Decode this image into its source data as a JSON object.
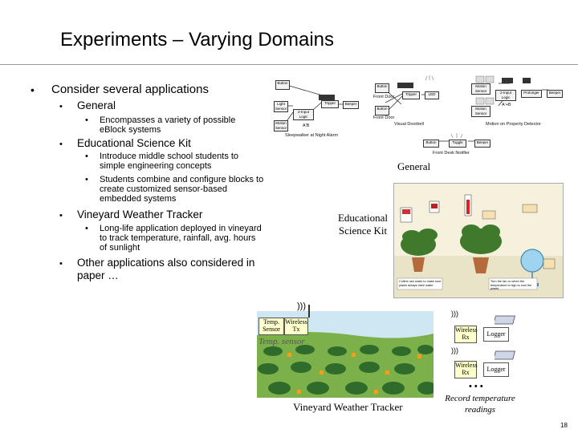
{
  "slide": {
    "title": "Experiments – Varying Domains",
    "page_number": "18"
  },
  "bullets": {
    "main": "Consider several applications",
    "general": "General",
    "general_sub": "Encompasses a variety of possible eBlock systems",
    "edu": "Educational Science Kit",
    "edu_sub1": "Introduce middle school students to simple engineering concepts",
    "edu_sub2": "Students combine and configure blocks to create customized sensor-based embedded systems",
    "vineyard": "Vineyard Weather Tracker",
    "vineyard_sub": "Long-life application deployed in vineyard to track temperature, rainfall, avg. hours of sunlight",
    "other": "Other applications also considered in paper …"
  },
  "general_diagram": {
    "caption": "General",
    "sleepwalker_caption": "Sleepwalker at Night Alarm",
    "front_door_caption": "Front Door",
    "doorbell_caption": "Visual Doorbell",
    "motion_caption": "Motion on Property Detector",
    "front_desk_caption": "Front Desk Notifier",
    "blocks": {
      "button": "Button",
      "light_sensor": "Light Sensor",
      "motion_sensor": "Motion Sensor",
      "logic2": "2-Input Logic",
      "tripper": "Tripper",
      "beeper": "Beeper",
      "led": "LED",
      "prolonger": "Prolonger",
      "toggle": "Toggle",
      "ab": "A'B",
      "a_not_b": "A'+B"
    }
  },
  "edu_kit": {
    "caption": "Educational Science Kit",
    "note_left": "Collect rain water to make sure plants always have water.",
    "note_right": "Turn the fan on when the temperature is high to cool the plants."
  },
  "vineyard": {
    "caption": "Vineyard Weather Tracker",
    "temp_sensor_caption": "Temp. sensor",
    "record_caption": "Record temperature readings",
    "temp_sensor_block": "Temp. Sensor",
    "wireless_tx": "Wireless Tx",
    "wireless_rx": "Wireless Rx",
    "logger": "Logger",
    "ellipsis": "• • •"
  },
  "colors": {
    "panel_fill": "#ffffcc",
    "grass": "#7bb04a",
    "sky": "#cfe6f3",
    "sensor_orange": "#f0a020"
  }
}
